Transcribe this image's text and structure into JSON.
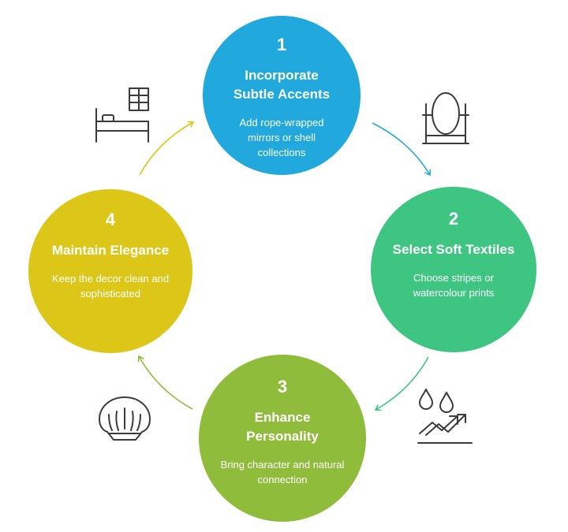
{
  "colors": {
    "step1": "#21a8dc",
    "step2": "#3ec582",
    "step3": "#8fbc3a",
    "step4": "#dcc719",
    "icon_stroke": "#3b3b3b"
  },
  "steps": [
    {
      "number": "1",
      "title": "Incorporate Subtle Accents",
      "description": "Add rope-wrapped mirrors or shell collections"
    },
    {
      "number": "2",
      "title": "Select Soft Textiles",
      "description": "Choose stripes or watercolour prints"
    },
    {
      "number": "3",
      "title": "Enhance Personality",
      "description": "Bring character and natural connection"
    },
    {
      "number": "4",
      "title": "Maintain Elegance",
      "description": "Keep the decor clean and sophisticated"
    }
  ],
  "icons": {
    "top_left": "bed-window-icon",
    "top_right": "mirror-icon",
    "bottom_right": "water-drops-growth-icon",
    "bottom_left": "seashell-icon"
  }
}
